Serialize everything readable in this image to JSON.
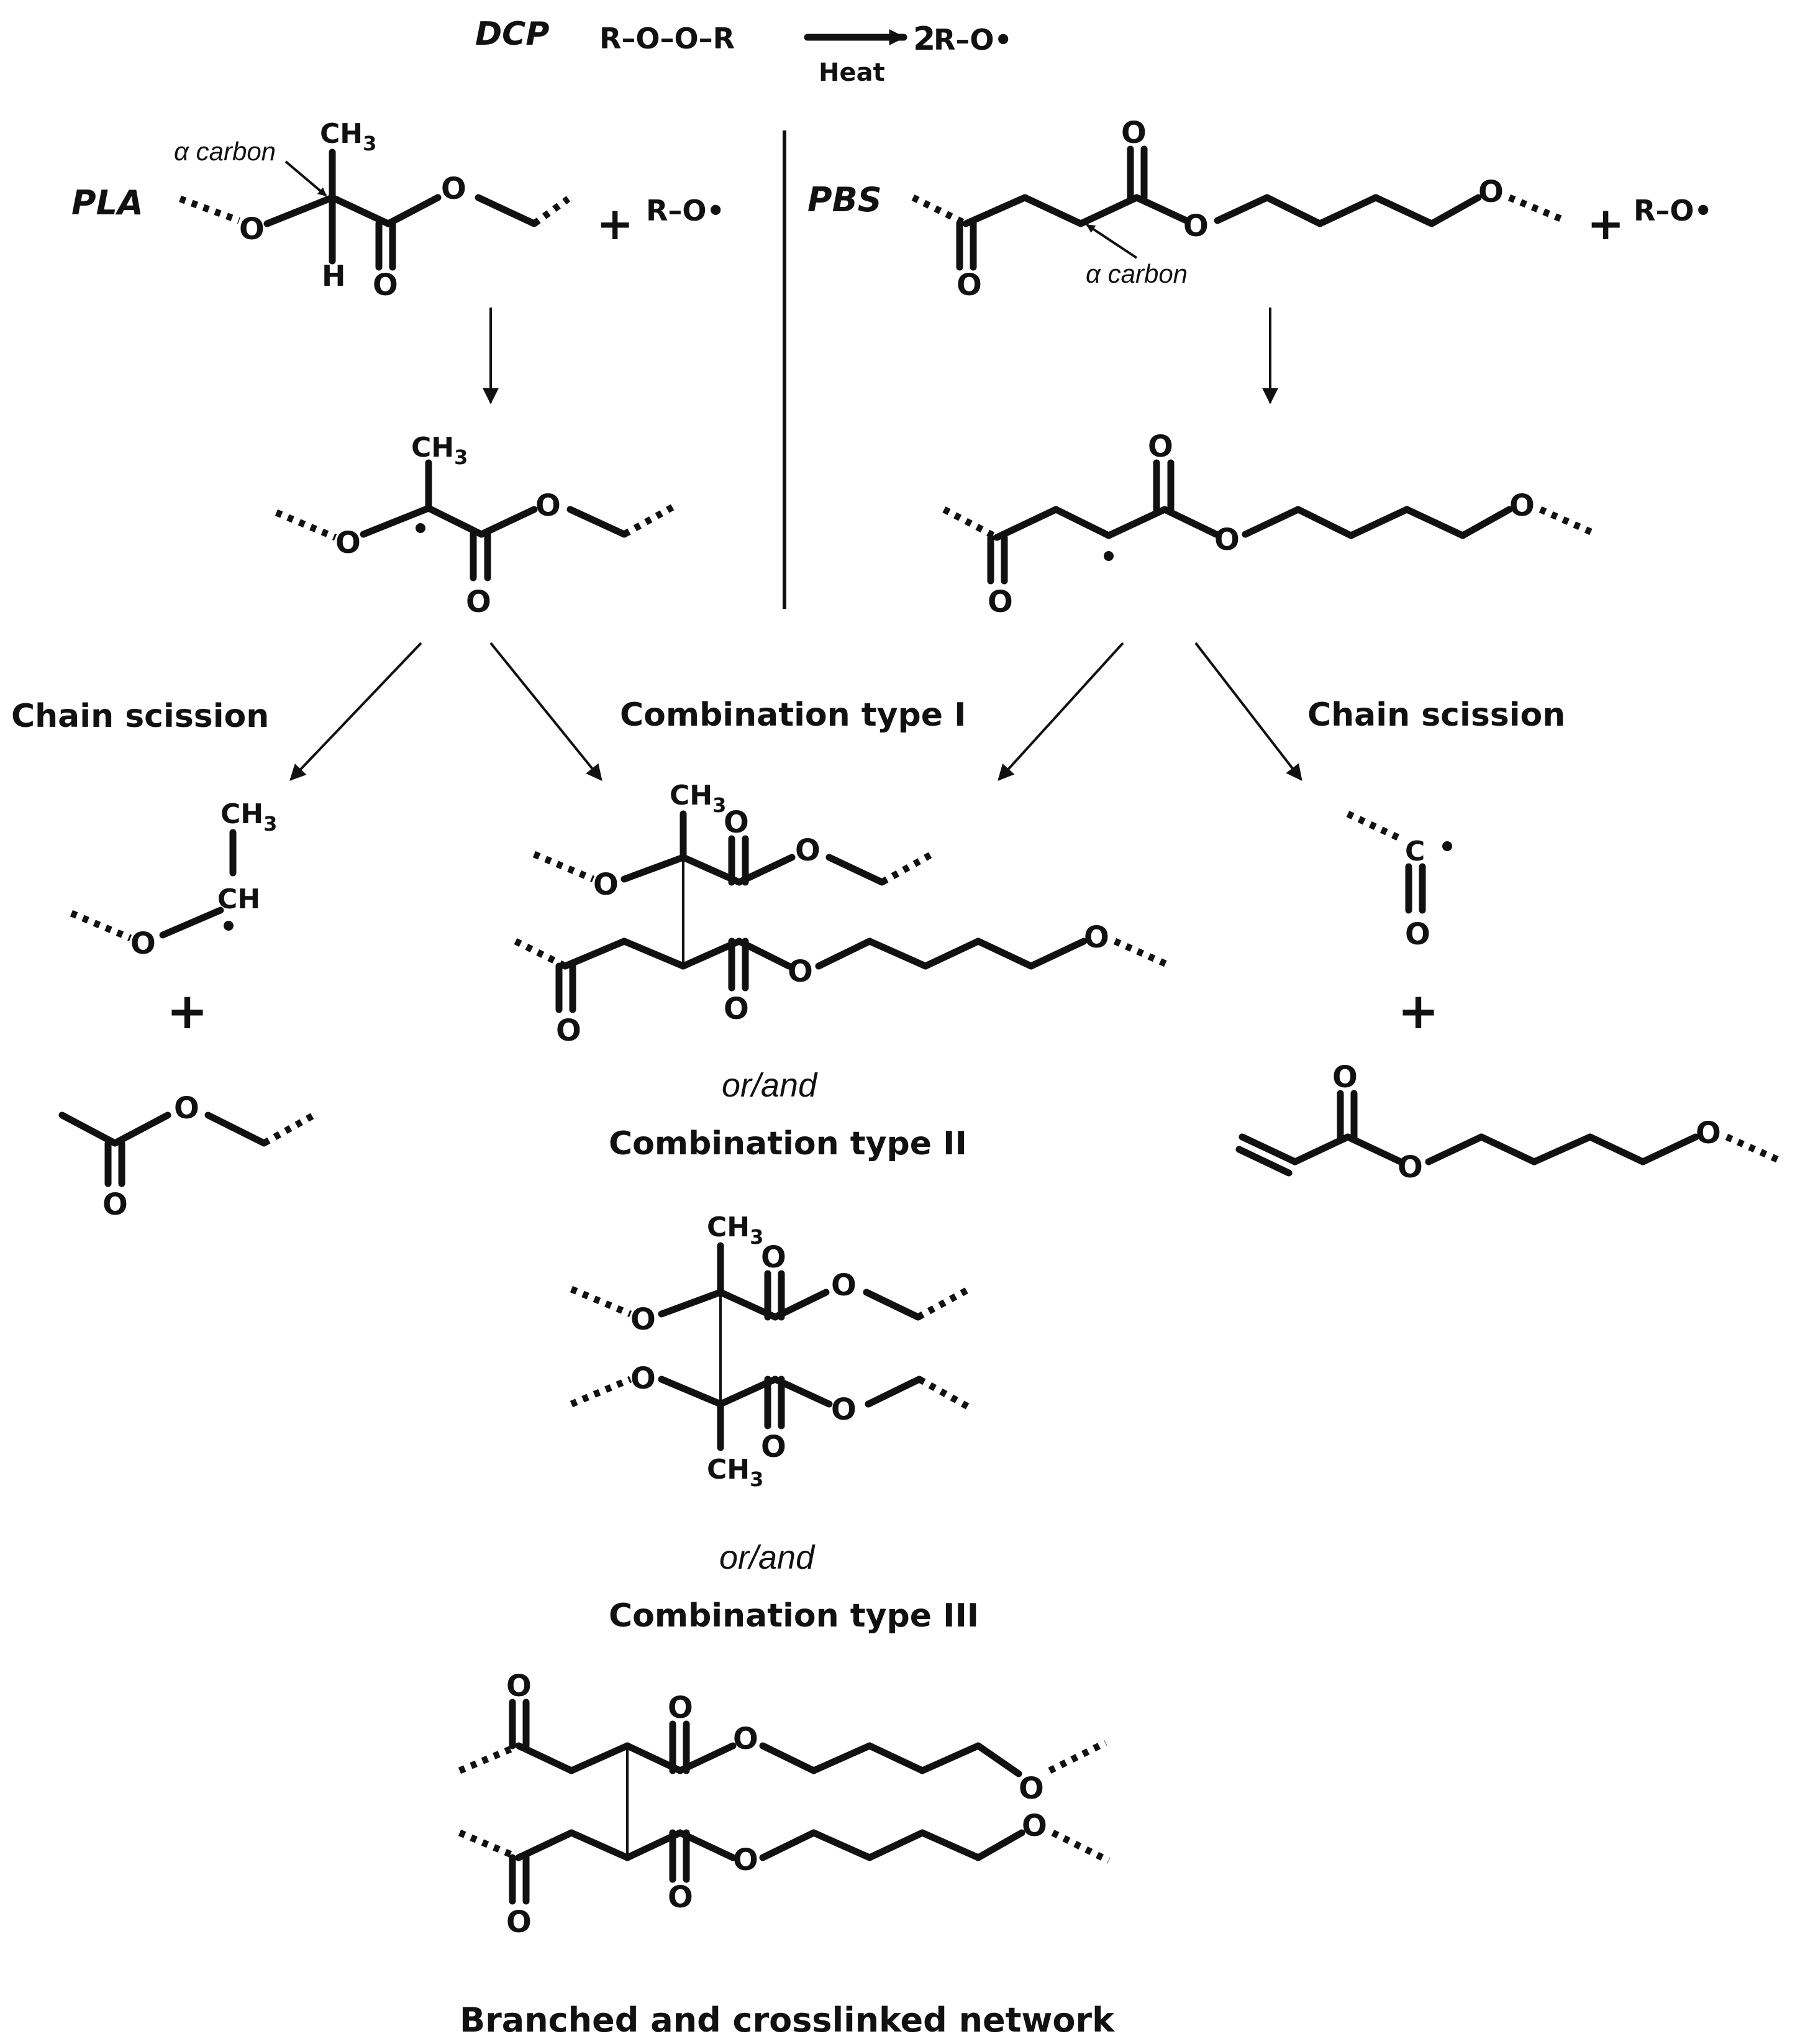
{
  "dcp": {
    "label": "DCP",
    "reactant": "R–O–O–R",
    "condition": "Heat",
    "product_coef": "2",
    "product": "R–O•"
  },
  "pla": {
    "label": "PLA",
    "alpha_label": "α carbon",
    "radical": "R–O•",
    "plus": "+",
    "ch3": "CH3",
    "h": "H",
    "o": "O"
  },
  "pbs": {
    "label": "PBS",
    "alpha_label": "α carbon",
    "radical": "R–O•",
    "plus": "+"
  },
  "branches": {
    "left_scission": "Chain scission",
    "combination_1": "Combination type I",
    "right_scission": "Chain scission",
    "or_and_1": "or/and",
    "combination_2": "Combination type II",
    "or_and_2": "or/and",
    "combination_3": "Combination type III",
    "final": "Branched  and crosslinked network"
  },
  "atoms": {
    "o": "O",
    "c": "C",
    "ch": "CH",
    "ch3": "CH3",
    "plus": "+",
    "radical_dot": "•"
  }
}
